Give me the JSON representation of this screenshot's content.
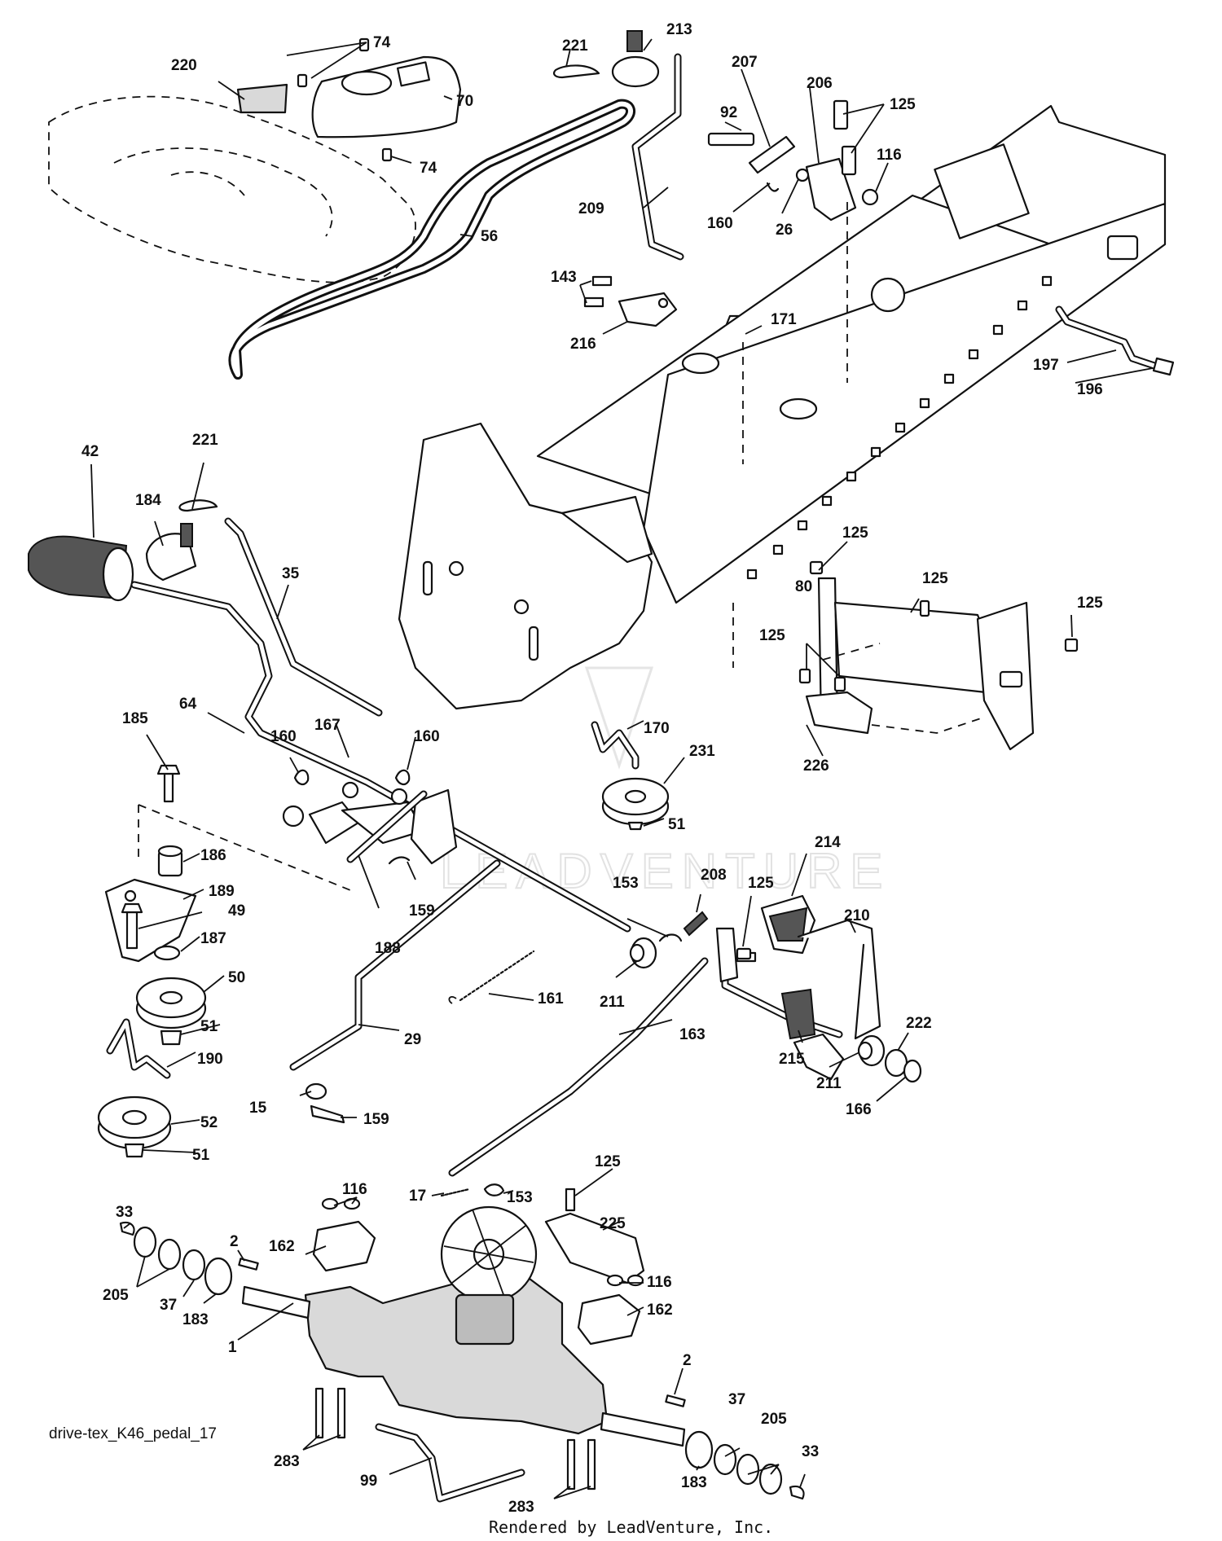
{
  "diagram": {
    "drawing_id": "drive-tex_K46_pedal_17",
    "credit": "Rendered by LeadVenture, Inc.",
    "watermark": "LEADVENTURE"
  },
  "callouts": {
    "c1": "1",
    "c2a": "2",
    "c2b": "2",
    "c15": "15",
    "c17": "17",
    "c26": "26",
    "c29": "29",
    "c33a": "33",
    "c33b": "33",
    "c35": "35",
    "c37a": "37",
    "c37b": "37",
    "c42": "42",
    "c49": "49",
    "c50": "50",
    "c51a": "51",
    "c51b": "51",
    "c51c": "51",
    "c52": "52",
    "c56": "56",
    "c64": "64",
    "c70": "70",
    "c74a": "74",
    "c74b": "74",
    "c80": "80",
    "c92": "92",
    "c99": "99",
    "c116a": "116",
    "c116b": "116",
    "c116c": "116",
    "c125a": "125",
    "c125b": "125",
    "c125c": "125",
    "c125d": "125",
    "c125e": "125",
    "c125f": "125",
    "c125g": "125",
    "c143": "143",
    "c153a": "153",
    "c153b": "153",
    "c159a": "159",
    "c159b": "159",
    "c160a": "160",
    "c160b": "160",
    "c160c": "160",
    "c161": "161",
    "c162a": "162",
    "c162b": "162",
    "c163": "163",
    "c166": "166",
    "c167": "167",
    "c170": "170",
    "c171": "171",
    "c183a": "183",
    "c183b": "183",
    "c184": "184",
    "c185": "185",
    "c186": "186",
    "c187": "187",
    "c188": "188",
    "c189": "189",
    "c190": "190",
    "c196": "196",
    "c197": "197",
    "c205a": "205",
    "c205b": "205",
    "c206": "206",
    "c207": "207",
    "c208": "208",
    "c209": "209",
    "c210": "210",
    "c211a": "211",
    "c211b": "211",
    "c213": "213",
    "c214": "214",
    "c215": "215",
    "c216": "216",
    "c220": "220",
    "c221a": "221",
    "c221b": "221",
    "c222": "222",
    "c225": "225",
    "c226": "226",
    "c231": "231",
    "c283a": "283",
    "c283b": "283"
  }
}
